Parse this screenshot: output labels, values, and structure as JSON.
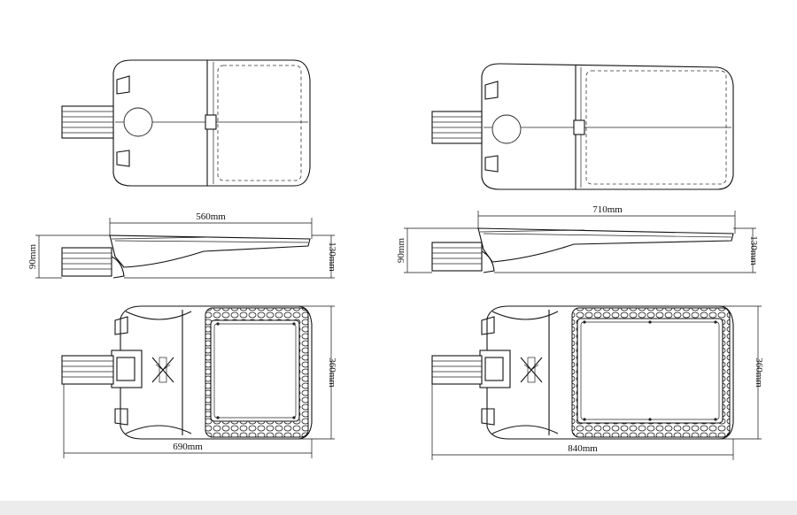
{
  "dimensions": {
    "small_side_length": "560mm",
    "small_side_height": "130mm",
    "small_pole_height": "90mm",
    "small_bottom_length": "690mm",
    "small_bottom_width": "360mm",
    "large_side_length": "710mm",
    "large_side_height": "130mm",
    "large_pole_height": "90mm",
    "large_bottom_length": "840mm",
    "large_bottom_width": "360mm"
  },
  "colors": {
    "line": "#111111",
    "background": "#ffffff"
  }
}
